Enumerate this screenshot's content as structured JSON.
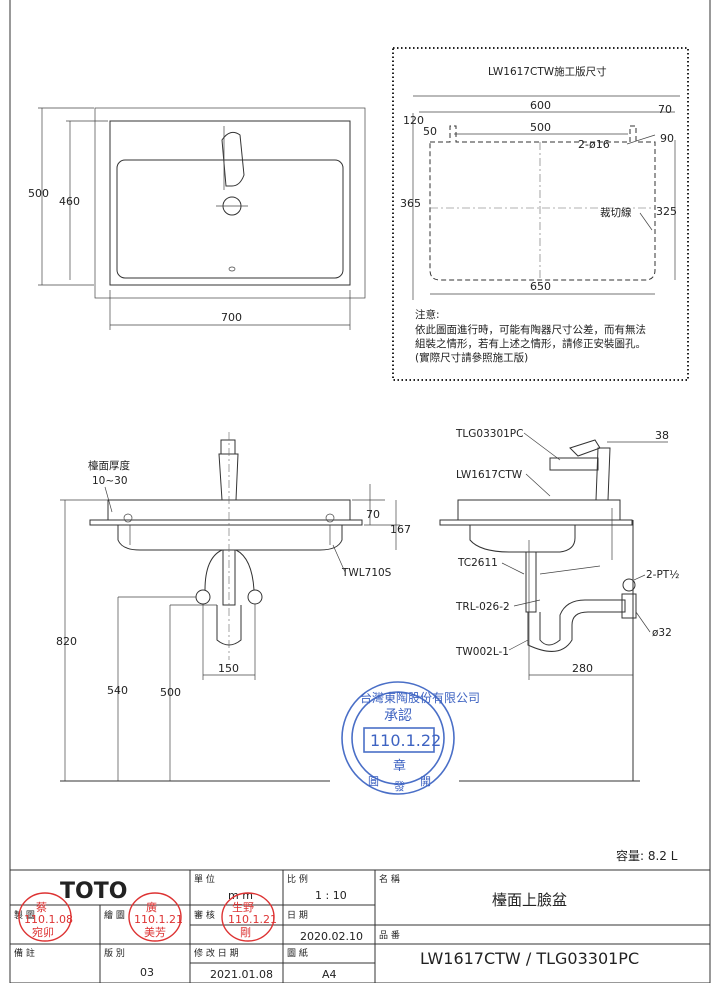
{
  "template_box": {
    "title": "LW1617CTW施工版尺寸",
    "dims": {
      "w600": "600",
      "w500": "500",
      "d70": "70",
      "d120": "120",
      "d50": "50",
      "hole": "2-ø16",
      "d90": "90",
      "d365": "365",
      "d325": "325",
      "cut_line": "裁切線",
      "w650": "650"
    },
    "note_title": "注意:",
    "note_lines": [
      "依此圖面進行時，可能有陶器尺寸公差，而有無法",
      "組裝之情形，若有上述之情形，請修正安裝圖孔。",
      "(實際尺寸請參照施工版)"
    ]
  },
  "top_view": {
    "d500": "500",
    "d460": "460",
    "d700": "700"
  },
  "front_view": {
    "counter_label": "檯面厚度",
    "counter_range": "10~30",
    "d70": "70",
    "d167": "167",
    "twl": "TWL710S",
    "d820": "820",
    "d540": "540",
    "d500": "500",
    "d150": "150"
  },
  "side_view": {
    "tlg": "TLG03301PC",
    "d38": "38",
    "lw": "LW1617CTW",
    "tc": "TC2611",
    "pt": "2-PT½",
    "trl": "TRL-026-2",
    "phi32": "ø32",
    "tw": "TW002L-1",
    "d280": "280"
  },
  "approval_stamp": {
    "ring": "台灣東陶股份有限公司",
    "approve": "承認",
    "date": "110.1.22",
    "seal": "章",
    "issue": "發",
    "dept": "開",
    "circ": "圓"
  },
  "capacity": "容量: 8.2 L",
  "title_block": {
    "brand": "TOTO",
    "unit_label": "單 位",
    "unit_value": "m m",
    "scale_label": "比 例",
    "scale_value": "1 : 10",
    "name_label": "名 稱",
    "name_value": "檯面上臉盆",
    "drawn_label": "製 圖",
    "drawn_stamp": "蔡",
    "drawn_date": "110.1.08",
    "drawn_name": "宛卯",
    "draw_label": "繪 圖",
    "draw_stamp": "廣",
    "draw_date": "110.1.21",
    "draw_name": "美芳",
    "check_label": "審 核",
    "check_stamp": "生野",
    "check_date": "110.1.21",
    "check_name": "剛",
    "date_label": "日 期",
    "date_value": "2020.02.10",
    "product_label": "品 番",
    "remark_label": "備 註",
    "version_label": "版 別",
    "version_value": "03",
    "revision_label": "修 改 日 期",
    "revision_value": "2021.01.08",
    "paper_label": "圖 紙",
    "paper_value": "A4",
    "model_value": "LW1617CTW / TLG03301PC"
  }
}
